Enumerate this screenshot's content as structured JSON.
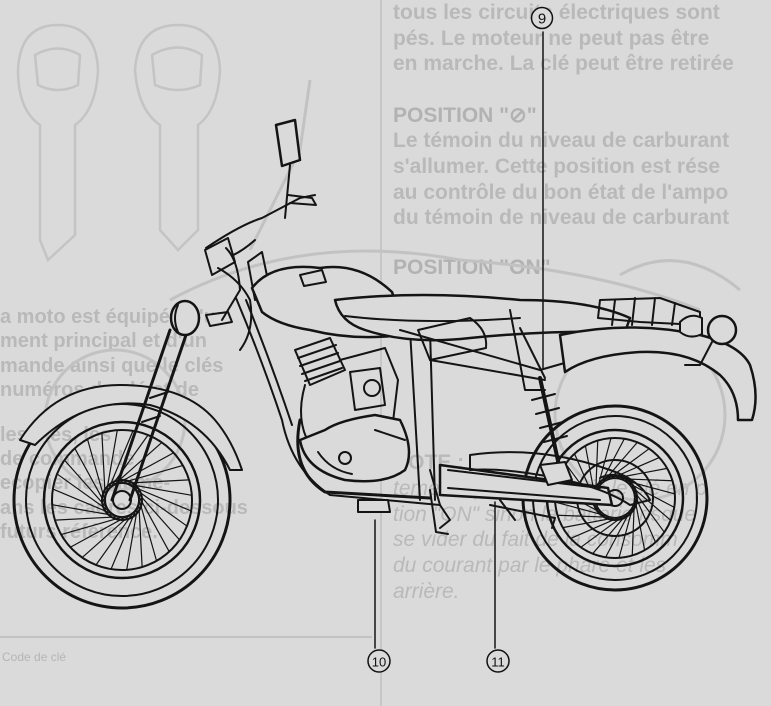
{
  "callouts": [
    {
      "id": "9",
      "label": "⑨"
    },
    {
      "id": "10",
      "label": "⑩"
    },
    {
      "id": "11",
      "label": "⑪"
    }
  ],
  "background_text": {
    "right_column": [
      "tous les circuits électriques sont",
      "pés. Le moteur ne peut pas être",
      "en marche. La clé peut être retirée",
      "POSITION \"⊘\"",
      "Le témoin du niveau de carburant",
      "s'allumer. Cette position est rése",
      "au contrôle du bon état de l'ampo",
      "du témoin de niveau de carburant",
      "POSITION \"ON\"",
      "NOTE :",
      "tement après avoir mis le clé en p",
      "tion \"ON\" sinon la batterie risque",
      "se vider du fait de la consomm",
      "du courant par le phare et les",
      "arrière."
    ],
    "left_column": [
      "a moto est équipée d'un",
      "ment principal et d'un",
      "mande ainsi que le clés",
      "numéros de clé et de",
      "les clés, les",
      "de commande",
      "ecopier les numé-",
      "ans les cadres ci-dessous",
      "futurs référence."
    ],
    "caption": "Code de clé"
  },
  "colors": {
    "ink": "#111111",
    "paper": "#dadada",
    "faded_text": "#b9b9b9"
  }
}
